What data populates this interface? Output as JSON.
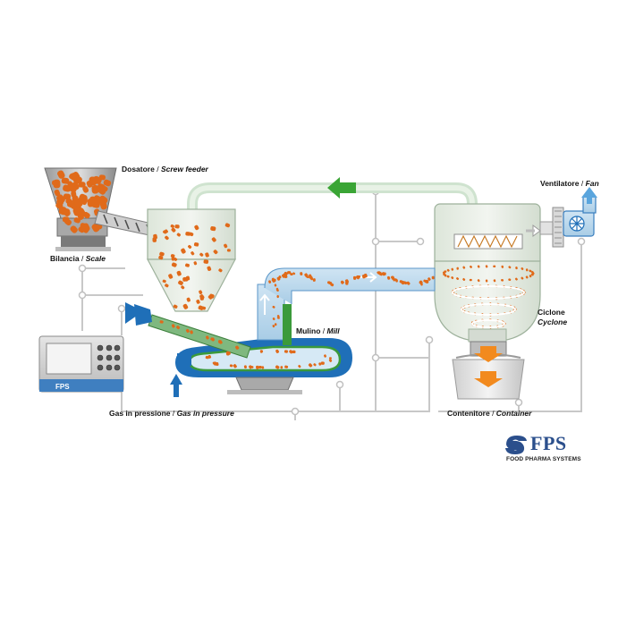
{
  "labels": {
    "screw_feeder": {
      "it": "Dosatore",
      "sep": " / ",
      "en": "Screw feeder"
    },
    "scale": {
      "it": "Bilancia",
      "sep": " / ",
      "en": "Scale"
    },
    "fan": {
      "it": "Ventilatore",
      "sep": " / ",
      "en": "Fan"
    },
    "mill": {
      "it": "Mulino",
      "sep": " / ",
      "en": "Mill"
    },
    "cyclone": {
      "it": "Ciclone",
      "en": "Cyclone"
    },
    "gas": {
      "it": "Gas in pressione",
      "sep": " / ",
      "en": "Gas in pressure"
    },
    "container": {
      "it": "Contenitore",
      "sep": " / ",
      "en": "Container"
    }
  },
  "logo": {
    "name": "FPS",
    "subtitle": "FOOD PHARMA SYSTEMS",
    "panel_text": "FPS"
  },
  "colors": {
    "pipe": "#cfe3cf",
    "vessel": "#e8eee6",
    "particles": "#e06a1a",
    "blue": "#1f6fb8",
    "green_arrow": "#3aa535",
    "orange_arrow": "#f28a1e",
    "mill_green": "#3b9a3b",
    "control_line": "#c8c8c8"
  }
}
